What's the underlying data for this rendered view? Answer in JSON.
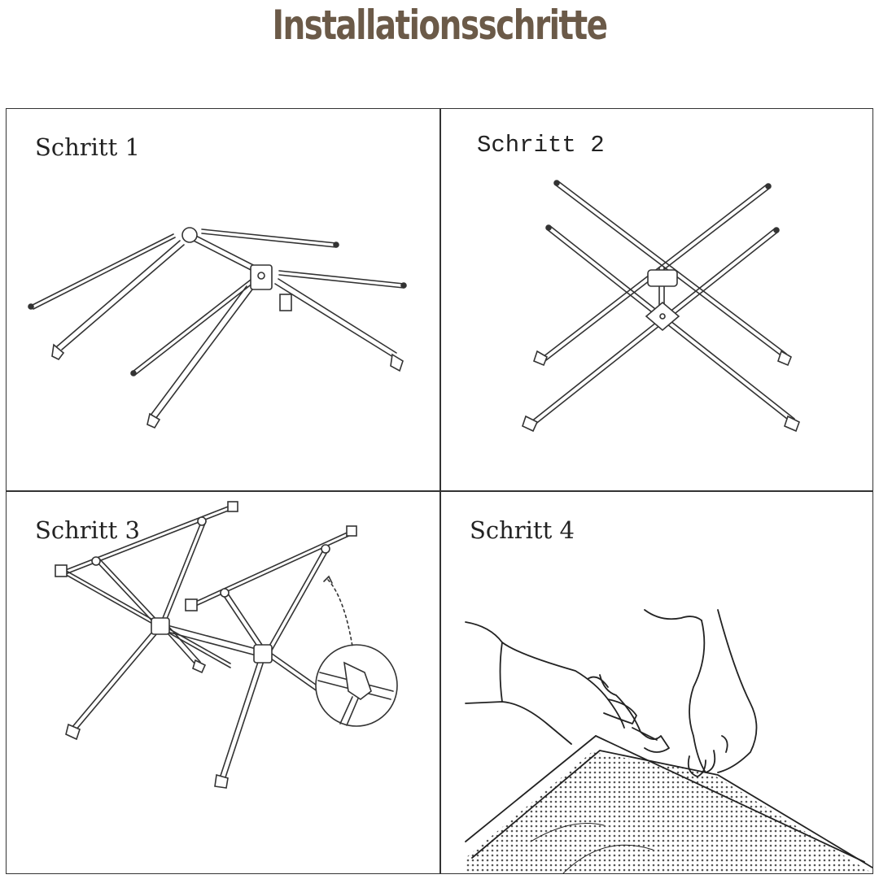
{
  "title": "Installationsschritte",
  "steps": [
    {
      "label": "Schritt 1"
    },
    {
      "label": "Schritt 2"
    },
    {
      "label": "Schritt 3"
    },
    {
      "label": "Schritt 4"
    }
  ],
  "colors": {
    "title": "#6b5a48",
    "line": "#333333",
    "background": "#ffffff"
  }
}
